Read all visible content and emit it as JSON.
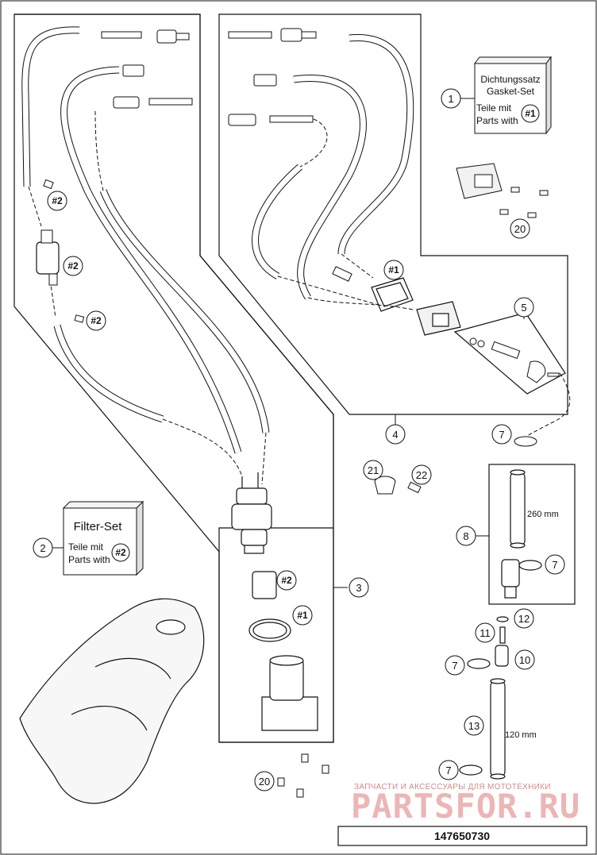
{
  "drawing": {
    "part_number": "147650730"
  },
  "kits": {
    "gasket_set": {
      "line1": "Dichtungssatz",
      "line2": "Gasket-Set",
      "line3": "Teile mit",
      "line4": "Parts with",
      "ref": "#1"
    },
    "filter_set": {
      "title": "Filter-Set",
      "line1": "Teile mit",
      "line2": "Parts with",
      "ref": "#2"
    }
  },
  "callouts": {
    "c1": "1",
    "c2": "2",
    "c3": "3",
    "c4": "4",
    "c5": "5",
    "c7a": "7",
    "c7b": "7",
    "c7c": "7",
    "c7d": "7",
    "c8": "8",
    "c10": "10",
    "c11": "11",
    "c12": "12",
    "c13": "13",
    "c20a": "20",
    "c20b": "20",
    "c21": "21",
    "c22": "22"
  },
  "refs": {
    "r1a": "#1",
    "r1b": "#1",
    "r2a": "#2",
    "r2b": "#2",
    "r2c": "#2",
    "r2d": "#2"
  },
  "dimensions": {
    "hose_long": "260 mm",
    "hose_short": "120 mm"
  },
  "watermark": {
    "top": "ЗАПЧАСТИ И АКСЕССУАРЫ ДЛЯ МОТОТЕХНИКИ",
    "brand": "PARTSFOR.RU"
  },
  "colors": {
    "line": "#111111",
    "watermark": "#e07a7a"
  }
}
